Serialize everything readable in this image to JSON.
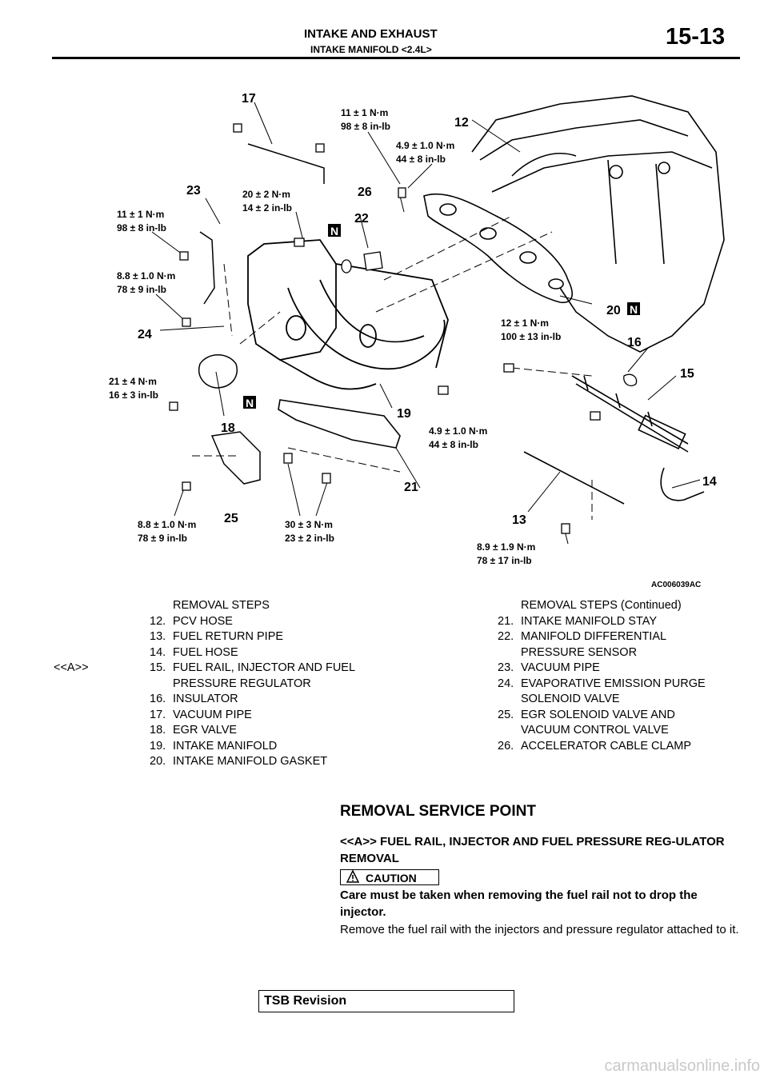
{
  "header": {
    "title": "INTAKE AND EXHAUST",
    "subtitle": "INTAKE MANIFOLD <2.4L>",
    "page": "15-13"
  },
  "diagram": {
    "code": "AC006039AC",
    "callouts": {
      "n12": "12",
      "n13": "13",
      "n14": "14",
      "n15": "15",
      "n16": "16",
      "n17": "17",
      "n18": "18",
      "n19": "19",
      "n20": "20",
      "n21": "21",
      "n22": "22",
      "n23": "23",
      "n24": "24",
      "n25": "25",
      "n26": "26"
    },
    "new_part_mark": "N",
    "torques": {
      "t1_a": "11 ± 1 N·m",
      "t1_b": "98 ± 8 in-lb",
      "t2_a": "4.9 ± 1.0 N·m",
      "t2_b": "44 ± 8 in-lb",
      "t3_a": "20 ± 2 N·m",
      "t3_b": "14 ± 2 in-lb",
      "t4_a": "11 ± 1 N·m",
      "t4_b": "98 ± 8 in-lb",
      "t5_a": "8.8 ± 1.0 N·m",
      "t5_b": "78 ± 9 in-lb",
      "t6_a": "12 ± 1 N·m",
      "t6_b": "100 ± 13 in-lb",
      "t7_a": "21 ± 4 N·m",
      "t7_b": "16 ± 3 in-lb",
      "t8_a": "4.9 ± 1.0 N·m",
      "t8_b": "44 ± 8 in-lb",
      "t9_a": "8.8 ± 1.0 N·m",
      "t9_b": "78 ± 9 in-lb",
      "t10_a": "30 ± 3 N·m",
      "t10_b": "23 ± 2 in-lb",
      "t11_a": "8.9 ± 1.9 N·m",
      "t11_b": "78 ± 17 in-lb"
    }
  },
  "removal_steps": {
    "heading": "REMOVAL STEPS",
    "marker": "<<A>>",
    "items": [
      {
        "num": "12.",
        "text": "PCV HOSE"
      },
      {
        "num": "13.",
        "text": "FUEL RETURN PIPE"
      },
      {
        "num": "14.",
        "text": "FUEL HOSE"
      },
      {
        "num": "15.",
        "text": "FUEL RAIL, INJECTOR AND FUEL",
        "text2": "PRESSURE REGULATOR"
      },
      {
        "num": "16.",
        "text": "INSULATOR"
      },
      {
        "num": "17.",
        "text": "VACUUM PIPE"
      },
      {
        "num": "18.",
        "text": "EGR VALVE"
      },
      {
        "num": "19.",
        "text": "INTAKE MANIFOLD"
      },
      {
        "num": "20.",
        "text": "INTAKE MANIFOLD GASKET"
      }
    ]
  },
  "removal_steps_cont": {
    "heading": "REMOVAL STEPS (Continued)",
    "items": [
      {
        "num": "21.",
        "text": "INTAKE MANIFOLD STAY"
      },
      {
        "num": "22.",
        "text": "MANIFOLD DIFFERENTIAL",
        "text2": "PRESSURE SENSOR"
      },
      {
        "num": "23.",
        "text": "VACUUM PIPE"
      },
      {
        "num": "24.",
        "text": "EVAPORATIVE EMISSION PURGE",
        "text2": "SOLENOID VALVE"
      },
      {
        "num": "25.",
        "text": "EGR SOLENOID VALVE AND",
        "text2": "VACUUM CONTROL VALVE"
      },
      {
        "num": "26.",
        "text": "ACCELERATOR CABLE CLAMP"
      }
    ]
  },
  "service_point": {
    "title": "REMOVAL SERVICE POINT",
    "subtitle": "<<A>> FUEL RAIL, INJECTOR AND FUEL PRESSURE REG-ULATOR REMOVAL",
    "caution_label": "CAUTION",
    "caution_icon": "warning-triangle-icon",
    "caution_text": "Care must be taken when removing the fuel rail not to drop the injector.",
    "body": "Remove the fuel rail with the injectors and pressure regulator attached to it."
  },
  "footer": {
    "tsb": "TSB Revision",
    "watermark": "carmanualsonline.info"
  }
}
